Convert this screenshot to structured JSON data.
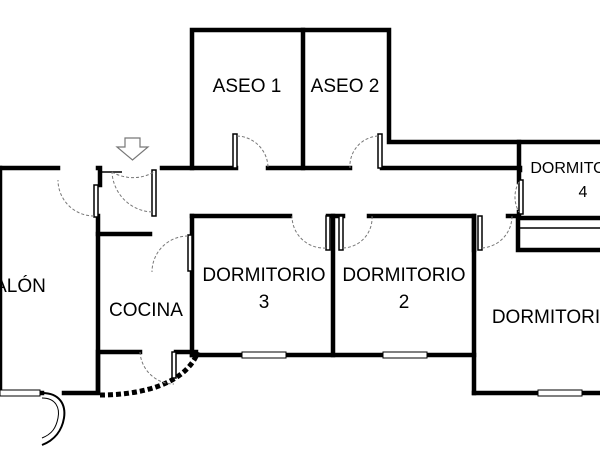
{
  "rooms": {
    "aseo1": "ASEO 1",
    "aseo2": "ASEO 2",
    "dormitorio4_line1": "DORMITO",
    "dormitorio4_line2": "4",
    "salon": "ALÓN",
    "cocina": "COCINA",
    "dormitorio3_line1": "DORMITORIO",
    "dormitorio3_line2": "3",
    "dormitorio2_line1": "DORMITORIO",
    "dormitorio2_line2": "2",
    "dormitorio_right": "DORMITORI"
  },
  "icons": {
    "entrance": "entrance-arrow-icon"
  },
  "colors": {
    "wall": "#000000",
    "door_swing": "#777777",
    "background": "#ffffff"
  }
}
